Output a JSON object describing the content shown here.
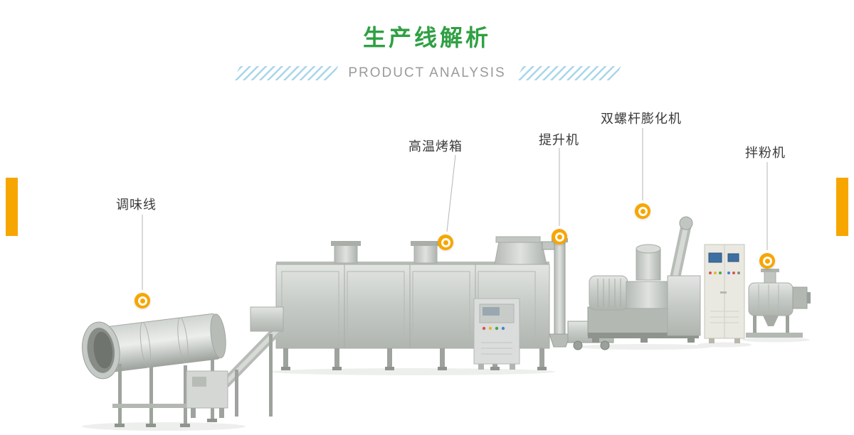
{
  "header": {
    "title": "生产线解析",
    "subtitle": "PRODUCT ANALYSIS"
  },
  "colors": {
    "title_green": "#2fa043",
    "subtitle_gray": "#9a9a9a",
    "accent_orange": "#f7a600",
    "hatch_blue": "#a9d6ea",
    "label_color": "#3a3a3a"
  },
  "callouts": [
    {
      "id": "seasoning-line",
      "text": "调味线"
    },
    {
      "id": "oven",
      "text": "高温烤箱"
    },
    {
      "id": "elevator",
      "text": "提升机"
    },
    {
      "id": "twin-screw-extruder",
      "text": "双螺杆膨化机"
    },
    {
      "id": "powder-mixer",
      "text": "拌粉机"
    }
  ]
}
